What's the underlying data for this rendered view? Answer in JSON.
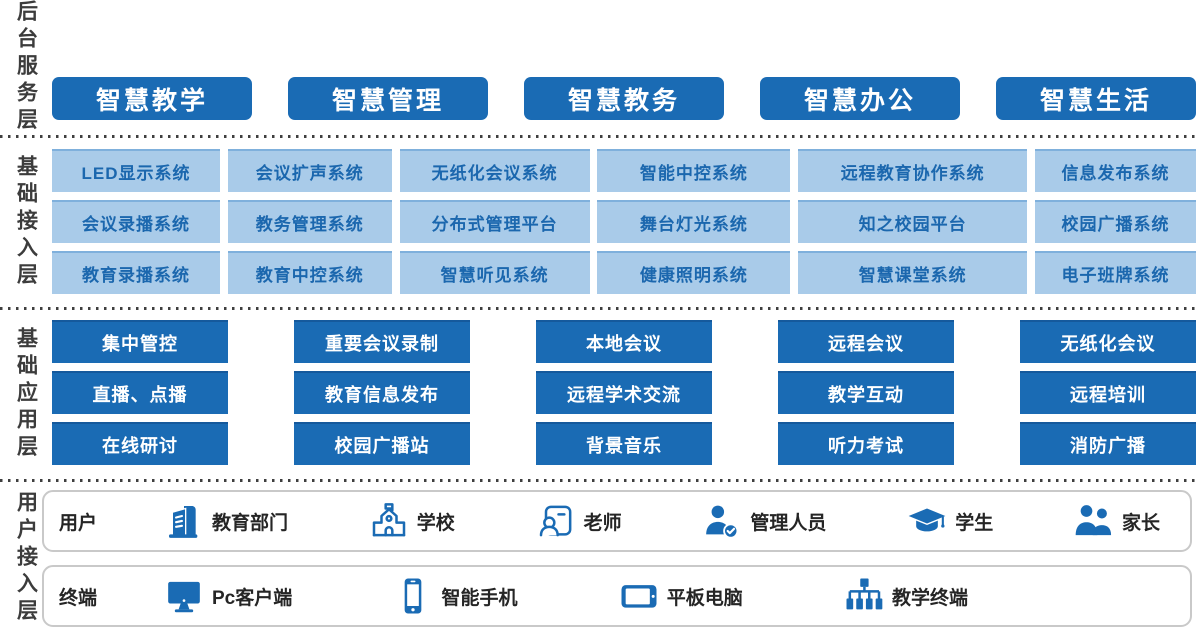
{
  "colors": {
    "dark_blue": "#1a6bb4",
    "light_blue": "#a9cbe9",
    "light_box_text": "#1b67ae",
    "label_gray": "#3c3c3c",
    "border_gray": "#c9c9c9"
  },
  "layers": {
    "backend": {
      "label": "后台服务层",
      "buttons": [
        "智慧教学",
        "智慧管理",
        "智慧教务",
        "智慧办公",
        "智慧生活"
      ]
    },
    "access": {
      "label": "基础接入层",
      "rows": [
        [
          "LED显示系统",
          "会议扩声系统",
          "无纸化会议系统",
          "智能中控系统",
          "远程教育协作系统",
          "信息发布系统"
        ],
        [
          "会议录播系统",
          "教务管理系统",
          "分布式管理平台",
          "舞台灯光系统",
          "知之校园平台",
          "校园广播系统"
        ],
        [
          "教育录播系统",
          "教育中控系统",
          "智慧听见系统",
          "健康照明系统",
          "智慧课堂系统",
          "电子班牌系统"
        ]
      ]
    },
    "application": {
      "label": "基础应用层",
      "rows": [
        [
          "集中管控",
          "重要会议录制",
          "本地会议",
          "远程会议",
          "无纸化会议"
        ],
        [
          "直播、点播",
          "教育信息发布",
          "远程学术交流",
          "教学互动",
          "远程培训"
        ],
        [
          "在线研讨",
          "校园广播站",
          "背景音乐",
          "听力考试",
          "消防广播"
        ]
      ]
    },
    "user_access": {
      "label": "用户接入层",
      "users_row": {
        "title": "用户",
        "items": [
          {
            "icon": "education-department-icon",
            "label": "教育部门"
          },
          {
            "icon": "school-icon",
            "label": "学校"
          },
          {
            "icon": "teacher-icon",
            "label": "老师"
          },
          {
            "icon": "admin-staff-icon",
            "label": "管理人员"
          },
          {
            "icon": "student-icon",
            "label": "学生"
          },
          {
            "icon": "parents-icon",
            "label": "家长"
          }
        ]
      },
      "terminals_row": {
        "title": "终端",
        "items": [
          {
            "icon": "pc-client-icon",
            "label": "Pc客户端"
          },
          {
            "icon": "smartphone-icon",
            "label": "智能手机"
          },
          {
            "icon": "tablet-icon",
            "label": "平板电脑"
          },
          {
            "icon": "teaching-terminal-icon",
            "label": "教学终端"
          }
        ]
      }
    }
  }
}
